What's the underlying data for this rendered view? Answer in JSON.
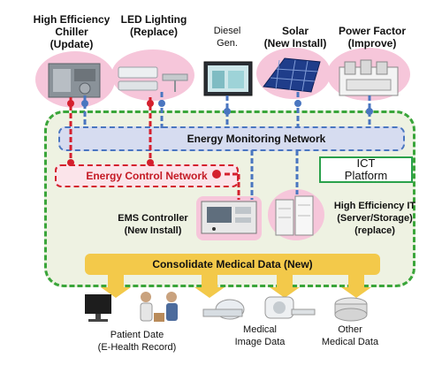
{
  "top_items": [
    {
      "label": "High Efficiency\nChiller\n(Update)"
    },
    {
      "label": "LED Lighting\n(Replace)"
    },
    {
      "label": "Diesel\nGen."
    },
    {
      "label": "Solar\n(New Install)"
    },
    {
      "label": "Power Factor\n(Improve)"
    }
  ],
  "networks": {
    "monitoring": "Energy Monitoring Network",
    "control": "Energy Control Network"
  },
  "ict_platform": "ICT\nPlatform",
  "ems_controller": "EMS Controller\n(New Install)",
  "high_efficiency_it": "High Efficiency IT\n(Server/Storage)\n(replace)",
  "consolidate": "Consolidate Medical Data (New)",
  "bottom_items": [
    {
      "label": "Patient Date\n(E-Health Record)"
    },
    {
      "label": "Medical\nImage Data"
    },
    {
      "label": "Other\nMedical Data"
    }
  ],
  "colors": {
    "monitoring_line": "#4a76c0",
    "control_line": "#d4202e",
    "zone_border": "#3aa53a",
    "consolidate_bar": "#f3c94a",
    "pink_glow": "#f6c6da"
  }
}
